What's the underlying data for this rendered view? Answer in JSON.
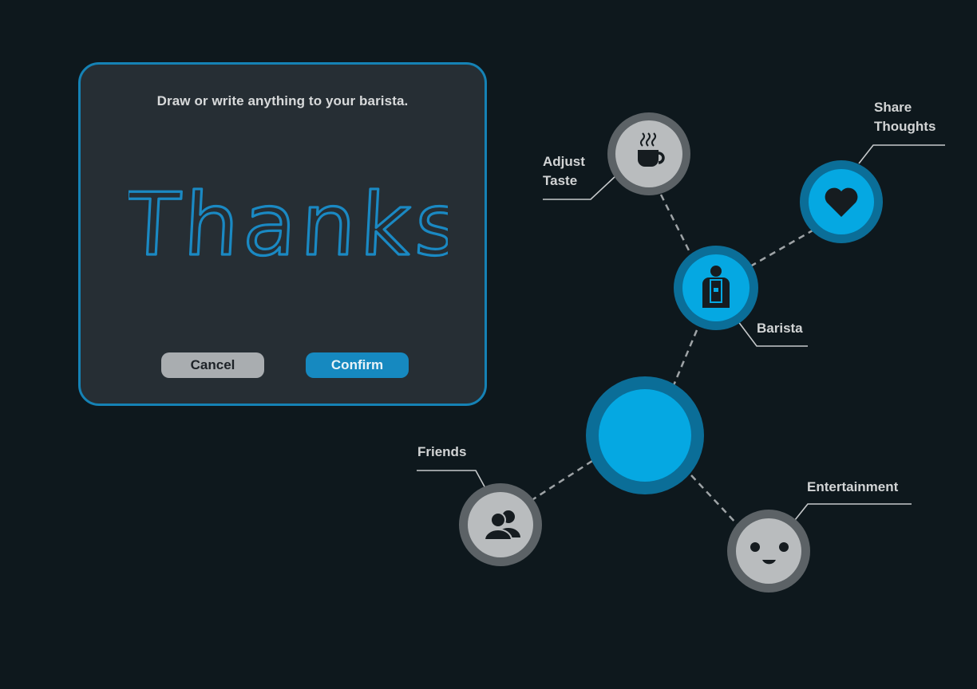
{
  "dialog": {
    "prompt": "Draw or write anything to your barista.",
    "handwriting": "Thanks!",
    "cancel_label": "Cancel",
    "confirm_label": "Confirm"
  },
  "nodes": {
    "adjust_taste": "Adjust\nTaste",
    "share_thoughts": "Share\nThoughts",
    "barista": "Barista",
    "friends": "Friends",
    "entertainment": "Entertainment"
  },
  "colors": {
    "background": "#0e181d",
    "accent_blue": "#05a8e2",
    "ring_blue": "#0b6e98",
    "node_gray": "#b9bcbe",
    "ring_gray": "#5c6266",
    "dialog_border": "#1582b5"
  },
  "icons": {
    "adjust_taste": "coffee-cup-icon",
    "share_thoughts": "heart-icon",
    "barista": "barista-icon",
    "friends": "people-icon",
    "entertainment": "smiley-face-icon"
  }
}
